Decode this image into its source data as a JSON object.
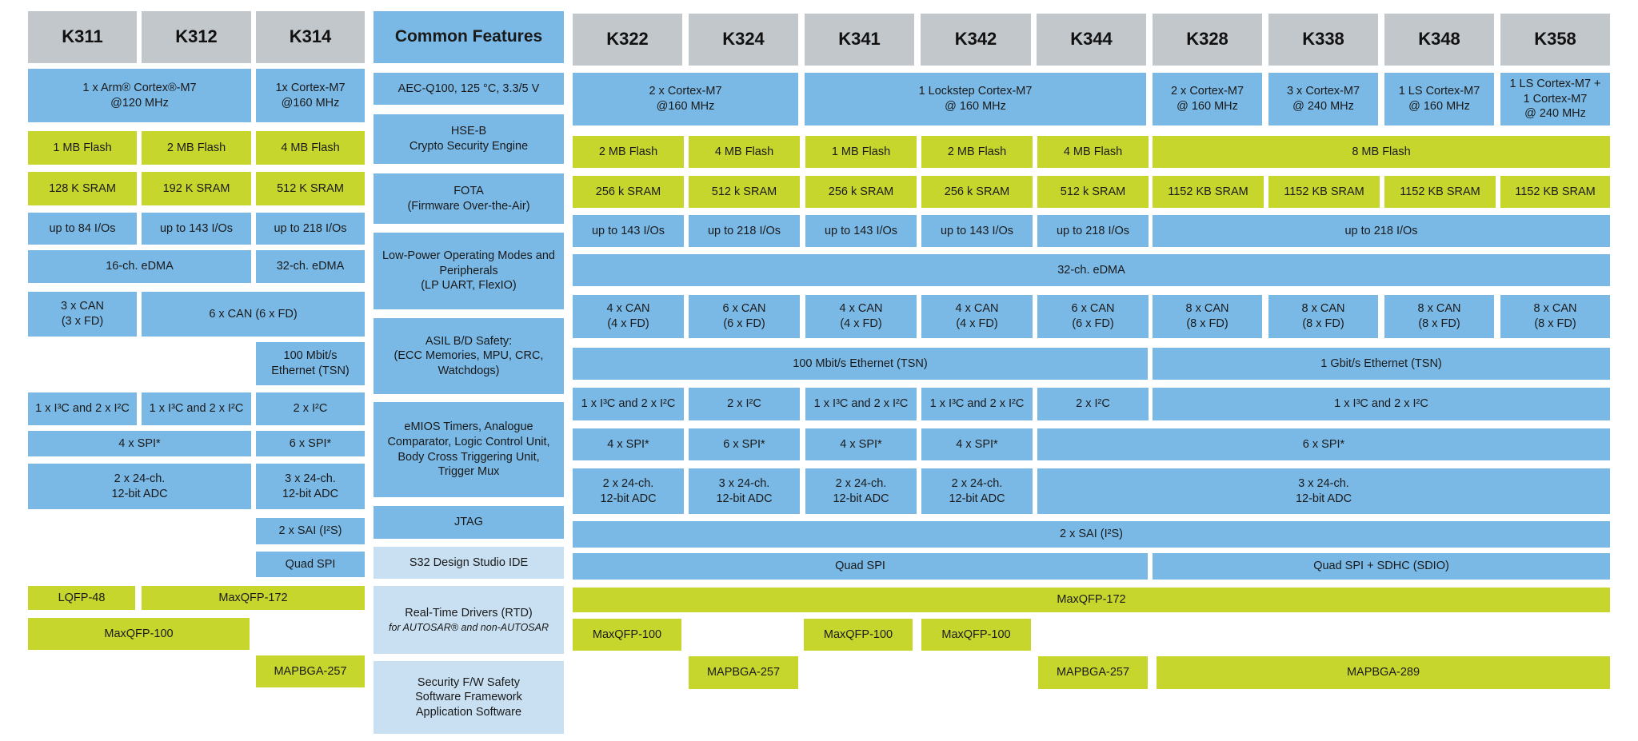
{
  "colors": {
    "header_gray": "#c2c7cc",
    "feature_blue": "#7ab9e6",
    "memory_green": "#c7d62d",
    "software_light_blue": "#c9e0f2"
  },
  "left": {
    "headers": [
      "K311",
      "K312",
      "K314"
    ],
    "core_k311_k312": "1 x Arm® Cortex®-M7\n@120 MHz",
    "core_k314": "1x Cortex-M7\n@160 MHz",
    "flash": [
      "1 MB Flash",
      "2 MB Flash",
      "4 MB Flash"
    ],
    "sram": [
      "128 K SRAM",
      "192 K SRAM",
      "512 K SRAM"
    ],
    "ios": [
      "up to 84 I/Os",
      "up to 143 I/Os",
      "up to 218 I/Os"
    ],
    "edma_k311_k312": "16-ch. eDMA",
    "edma_k314": "32-ch. eDMA",
    "can_k311": "3 x CAN\n(3 x FD)",
    "can_k312_k314": "6 x CAN (6 x FD)",
    "ethernet_k314": "100 Mbit/s\nEthernet (TSN)",
    "i2c": [
      "1 x I³C and 2 x I²C",
      "1 x I³C and 2 x I²C",
      "2 x I²C"
    ],
    "spi_k311_k312": "4 x SPI*",
    "spi_k314": "6 x SPI*",
    "adc_k311_k312": "2 x 24-ch.\n12-bit ADC",
    "adc_k314": "3 x 24-ch.\n12-bit ADC",
    "sai_k314": "2 x SAI (I²S)",
    "qspi_k314": "Quad SPI",
    "pkg_lqfp48": "LQFP-48",
    "pkg_maxqfp172": "MaxQFP-172",
    "pkg_maxqfp100": "MaxQFP-100",
    "pkg_mapbga257": "MAPBGA-257"
  },
  "common": {
    "title": "Common Features",
    "items": [
      "AEC-Q100, 125 °C, 3.3/5 V",
      "HSE-B\nCrypto Security Engine",
      "FOTA\n(Firmware Over-the-Air)",
      "Low-Power Operating Modes and\nPeripherals\n(LP UART, FlexIO)",
      "ASIL B/D Safety:\n(ECC Memories, MPU, CRC,\nWatchdogs)",
      "eMIOS Timers, Analogue\nComparator, Logic Control Unit,\nBody Cross Triggering Unit,\nTrigger Mux",
      "JTAG"
    ],
    "software": [
      "S32 Design Studio IDE",
      "Real-Time Drivers (RTD)",
      "Security F/W Safety\nSoftware Framework\nApplication Software"
    ],
    "rtd_note": "for AUTOSAR® and non-AUTOSAR"
  },
  "right": {
    "headers": [
      "K322",
      "K324",
      "K341",
      "K342",
      "K344",
      "K328",
      "K338",
      "K348",
      "K358"
    ],
    "cores": [
      "2 x Cortex-M7\n@160 MHz",
      "1 Lockstep Cortex-M7\n@ 160 MHz",
      "2 x Cortex-M7\n@ 160 MHz",
      "3 x Cortex-M7\n@ 240 MHz",
      "1 LS Cortex-M7\n@ 160 MHz",
      "1 LS Cortex-M7 +\n1 Cortex-M7\n@ 240 MHz"
    ],
    "flash": [
      "2 MB Flash",
      "4 MB Flash",
      "1 MB Flash",
      "2 MB Flash",
      "4 MB Flash",
      "8 MB Flash"
    ],
    "sram": [
      "256 k SRAM",
      "512 k SRAM",
      "256 k SRAM",
      "256 k SRAM",
      "512 k SRAM",
      "1152 KB SRAM",
      "1152 KB SRAM",
      "1152 KB SRAM",
      "1152 KB SRAM"
    ],
    "ios": [
      "up to 143 I/Os",
      "up to 218 I/Os",
      "up to 143 I/Os",
      "up to 143 I/Os",
      "up to 218 I/Os",
      "up to 218 I/Os"
    ],
    "edma": "32-ch. eDMA",
    "can": [
      "4 x CAN\n(4 x FD)",
      "6 x CAN\n(6 x FD)",
      "4 x CAN\n(4 x FD)",
      "4 x CAN\n(4 x FD)",
      "6 x CAN\n(6 x FD)",
      "8 x CAN\n(8 x FD)",
      "8 x CAN\n(8 x FD)",
      "8 x CAN\n(8 x FD)",
      "8 x CAN\n(8 x FD)"
    ],
    "ethernet": [
      "100 Mbit/s Ethernet (TSN)",
      "1 Gbit/s Ethernet (TSN)"
    ],
    "i2c": [
      "1 x I³C and 2 x I²C",
      "2 x I²C",
      "1 x I³C and 2 x I²C",
      "1 x I³C and 2 x I²C",
      "2 x I²C",
      "1 x I³C and 2 x I²C"
    ],
    "spi": [
      "4 x SPI*",
      "6 x SPI*",
      "4 x SPI*",
      "4 x SPI*",
      "6 x SPI*"
    ],
    "adc": [
      "2 x 24-ch.\n12-bit ADC",
      "3 x 24-ch.\n12-bit ADC",
      "2 x 24-ch.\n12-bit ADC",
      "2 x 24-ch.\n12-bit ADC",
      "3 x 24-ch.\n12-bit ADC"
    ],
    "sai": "2 x SAI (I²S)",
    "qspi": [
      "Quad SPI",
      "Quad SPI + SDHC (SDIO)"
    ],
    "pkg_maxqfp172": "MaxQFP-172",
    "pkg_maxqfp100": [
      "MaxQFP-100",
      "MaxQFP-100",
      "MaxQFP-100"
    ],
    "pkg_mapbga257": [
      "MAPBGA-257",
      "MAPBGA-257"
    ],
    "pkg_mapbga289": "MAPBGA-289"
  }
}
